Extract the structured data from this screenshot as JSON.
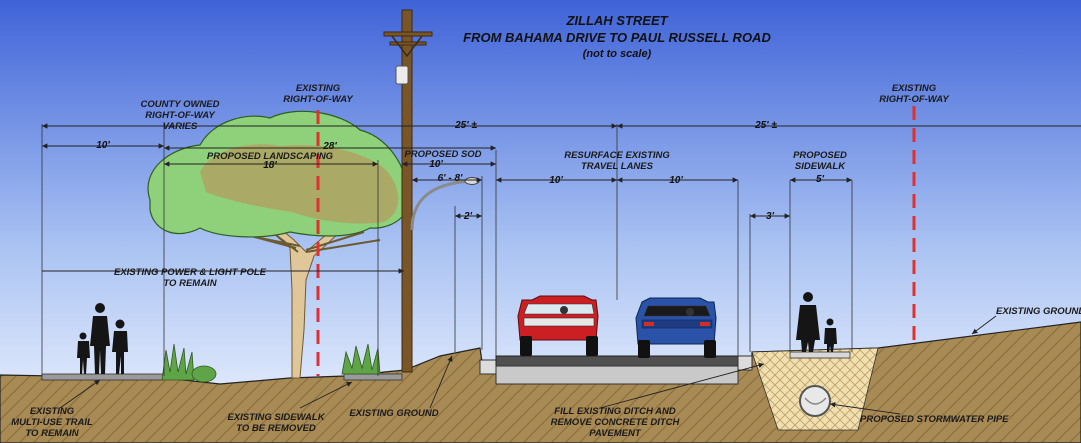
{
  "title": {
    "line1": "ZILLAH STREET",
    "line2": "FROM BAHAMA DRIVE TO PAUL RUSSELL ROAD",
    "note": "(not to scale)"
  },
  "labels": {
    "existing_row_left": [
      "EXISTING",
      "RIGHT-OF-WAY"
    ],
    "existing_row_right": [
      "EXISTING",
      "RIGHT-OF-WAY"
    ],
    "county_row": [
      "COUNTY OWNED",
      "RIGHT-OF-WAY",
      "VARIES"
    ],
    "proposed_landscaping": "PROPOSED LANDSCAPING",
    "proposed_sod": "PROPOSED SOD",
    "resurface": [
      "RESURFACE EXISTING",
      "TRAVEL LANES"
    ],
    "proposed_sidewalk": [
      "PROPOSED",
      "SIDEWALK"
    ],
    "power_pole": [
      "EXISTING POWER & LIGHT POLE",
      "TO REMAIN"
    ],
    "existing_ground_right": "EXISTING GROUND",
    "existing_ground_mid": "EXISTING GROUND",
    "trail": [
      "EXISTING",
      "MULTI-USE TRAIL",
      "TO REMAIN"
    ],
    "sidewalk_removed": [
      "EXISTING SIDEWALK",
      "TO BE REMOVED"
    ],
    "fill_ditch": [
      "FILL EXISTING DITCH AND",
      "REMOVE CONCRETE DITCH",
      "PAVEMENT"
    ],
    "stormwater": "PROPOSED STORMWATER PIPE"
  },
  "dimensions": {
    "trail_width": "10'",
    "landscape_total": "28'",
    "landscape_inner": "18'",
    "half_left": "25' ±",
    "half_right": "25' ±",
    "sod_width": "10'",
    "light_arm": "6' - 8'",
    "gutter_left": "2'",
    "lane_left": "10'",
    "lane_right": "10'",
    "gutter_right": "3'",
    "sidewalk_width": "5'"
  },
  "colors": {
    "sky_top": "#3f63d8",
    "sky_bottom": "#eef4ff",
    "ground": "#a88a55",
    "tree_canopy": "#8fd07a",
    "tree_trunk": "#dfc79a",
    "row_line": "#e03030",
    "pavement": "#5a5a5a",
    "car_red": "#cc1f24",
    "car_blue": "#2a52a8",
    "pole": "#6b4a22"
  }
}
